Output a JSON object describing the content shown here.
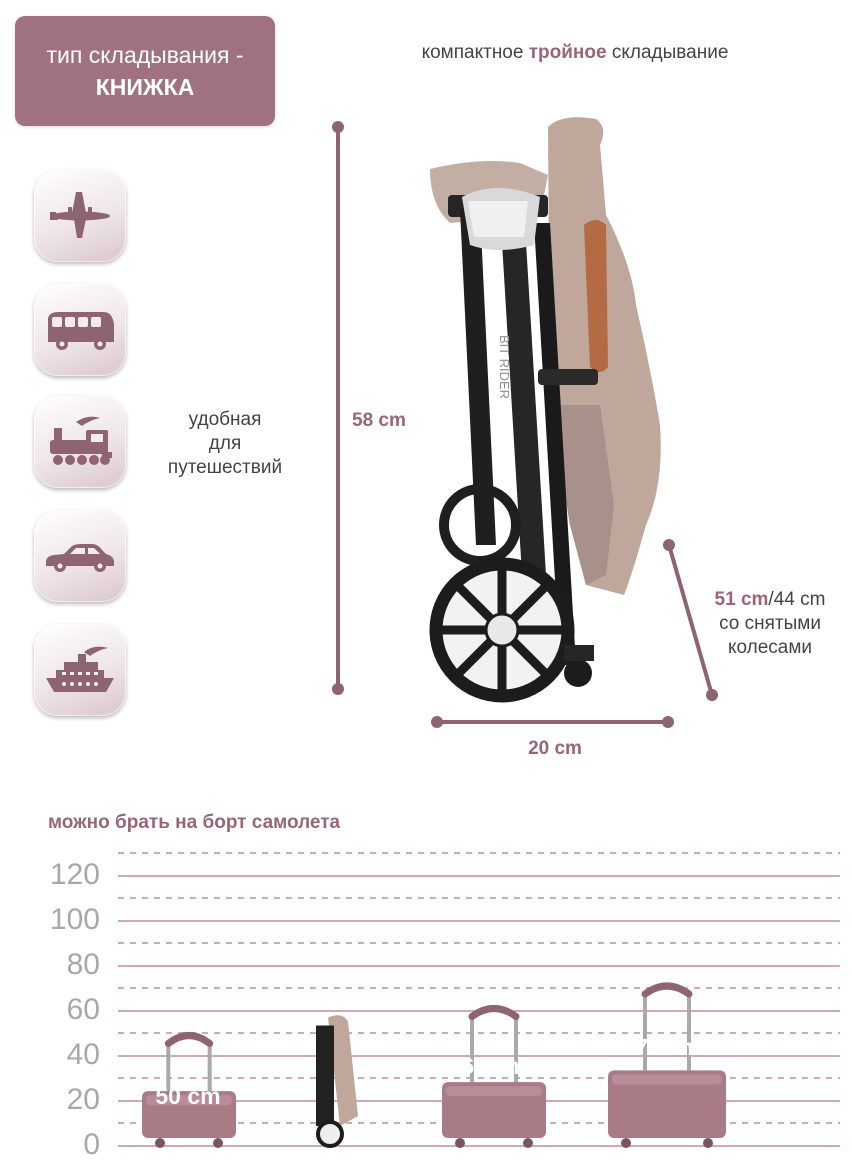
{
  "header": {
    "fold_type_line1": "тип складывания -",
    "fold_type_line2": "КНИЖКА",
    "subtitle_pre": "компактное",
    "subtitle_accent": "тройное",
    "subtitle_post": "складывание"
  },
  "travel_icons": [
    {
      "icon": "airplane-icon"
    },
    {
      "icon": "bus-icon"
    },
    {
      "icon": "train-icon"
    },
    {
      "icon": "car-icon"
    },
    {
      "icon": "ship-icon"
    }
  ],
  "travel_text": [
    "удобная",
    "для",
    "путешествий"
  ],
  "product": {
    "brand": "BIT RIDER"
  },
  "dimensions": {
    "height": "58 cm",
    "width": "20 cm",
    "depth_accent": "51 cm",
    "depth_rest": "/44 cm",
    "depth_note_line1": "со снятыми",
    "depth_note_line2": "колесами"
  },
  "colors": {
    "accent": "#9a6575",
    "badge": "#a0727f",
    "suitcase": "#a87b86",
    "gridline": "#c9a6b0"
  },
  "chart_data": {
    "type": "bar",
    "title": "можно брать на борт самолета",
    "yticks": [
      "120",
      "100",
      "80",
      "60",
      "40",
      "20",
      "0"
    ],
    "ylim": [
      0,
      120
    ],
    "grid": true,
    "categories": [
      "50 cm",
      "stroller",
      "62 cm",
      "72 cm"
    ],
    "values": [
      50,
      58,
      62,
      72
    ]
  }
}
